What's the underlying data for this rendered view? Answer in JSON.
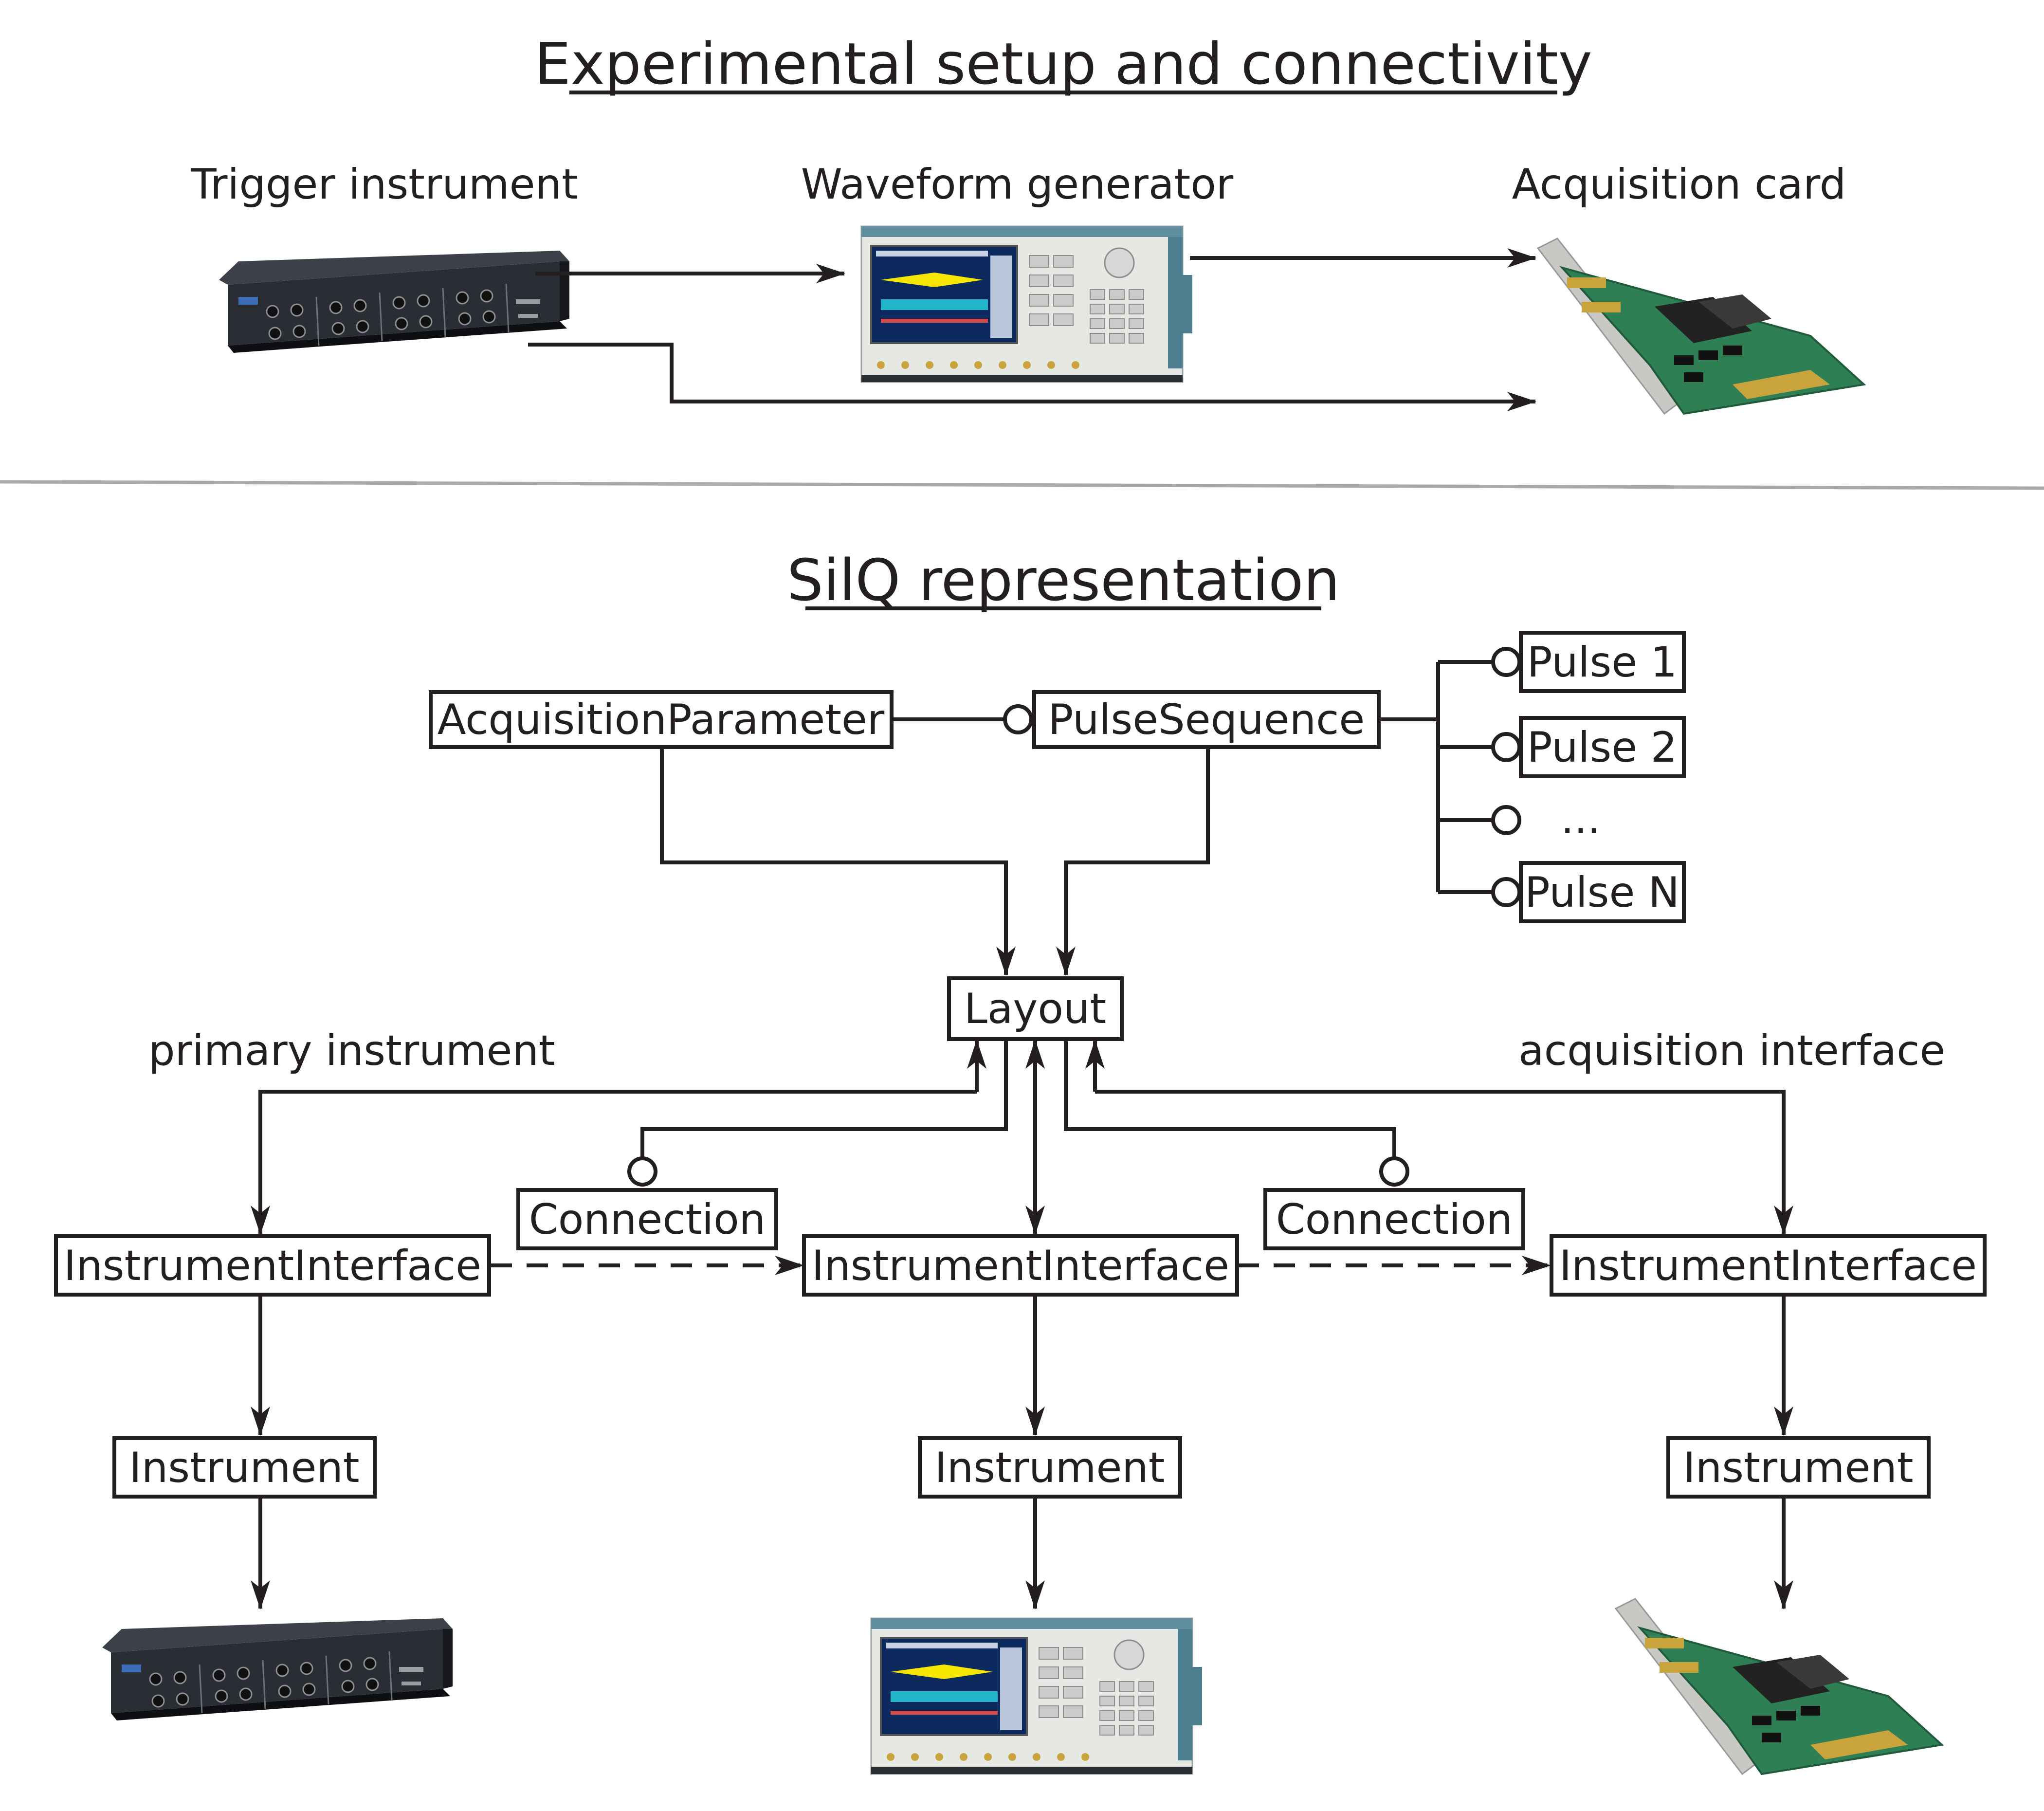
{
  "titles": {
    "setup": "Experimental setup and connectivity",
    "silq": "SilQ representation"
  },
  "devices": {
    "trigger": "Trigger instrument",
    "waveform": "Waveform generator",
    "acquisition": "Acquisition card"
  },
  "nodes": {
    "acquisition_parameter": "AcquisitionParameter",
    "pulse_sequence": "PulseSequence",
    "pulse_1": "Pulse 1",
    "pulse_2": "Pulse 2",
    "pulse_ellipsis": "...",
    "pulse_n": "Pulse N",
    "layout": "Layout",
    "connection": "Connection",
    "instrument_interface": "InstrumentInterface",
    "instrument": "Instrument"
  },
  "edge_labels": {
    "primary": "primary instrument",
    "acquisition_interface": "acquisition interface"
  },
  "colors": {
    "ink": "#231f20",
    "device_case": "#1b1e24",
    "awg_body": "#e6e8e4",
    "awg_trim": "#5f8fa0",
    "awg_screen": "#0d2a5e",
    "pcb_green": "#2f7f55",
    "bracket": "#c8c8c4",
    "connector_gold": "#c9a43c"
  }
}
